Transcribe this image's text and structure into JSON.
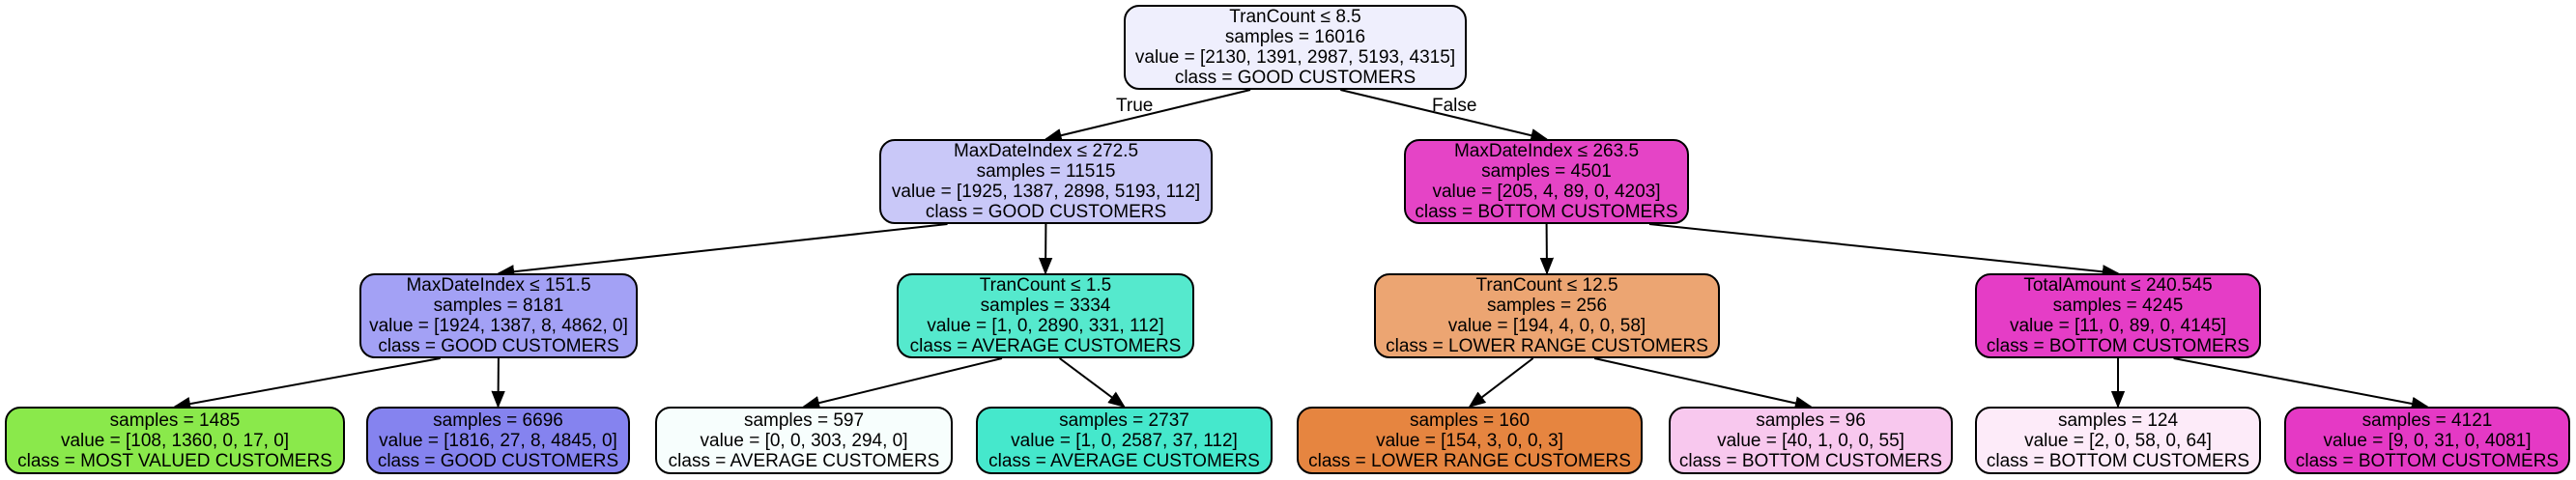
{
  "tree": {
    "edge_labels": {
      "true": "True",
      "false": "False"
    },
    "nodes": [
      {
        "id": "root",
        "color": "#efeffd",
        "lines": [
          "TranCount ≤ 8.5",
          "samples = 16016",
          "value = [2130, 1391, 2987, 5193, 4315]",
          "class = GOOD CUSTOMERS"
        ]
      },
      {
        "id": "n1",
        "color": "#c9c8f8",
        "lines": [
          "MaxDateIndex ≤ 272.5",
          "samples = 11515",
          "value = [1925, 1387, 2898, 5193, 112]",
          "class = GOOD CUSTOMERS"
        ]
      },
      {
        "id": "n2",
        "color": "#e544c6",
        "lines": [
          "MaxDateIndex ≤ 263.5",
          "samples = 4501",
          "value = [205, 4, 89, 0, 4203]",
          "class = BOTTOM CUSTOMERS"
        ]
      },
      {
        "id": "n3",
        "color": "#a3a1f5",
        "lines": [
          "MaxDateIndex ≤ 151.5",
          "samples = 8181",
          "value = [1924, 1387, 8, 4862, 0]",
          "class = GOOD CUSTOMERS"
        ]
      },
      {
        "id": "n4",
        "color": "#55e9cd",
        "lines": [
          "TranCount ≤ 1.5",
          "samples = 3334",
          "value = [1, 0, 2890, 331, 112]",
          "class = AVERAGE CUSTOMERS"
        ]
      },
      {
        "id": "n5",
        "color": "#eca572",
        "lines": [
          "TranCount ≤ 12.5",
          "samples = 256",
          "value = [194, 4, 0, 0, 58]",
          "class = LOWER RANGE CUSTOMERS"
        ]
      },
      {
        "id": "n6",
        "color": "#e53dc6",
        "lines": [
          "TotalAmount ≤ 240.545",
          "samples = 4245",
          "value = [11, 0, 89, 0, 4145]",
          "class = BOTTOM CUSTOMERS"
        ]
      },
      {
        "id": "n7",
        "color": "#8ae94b",
        "lines": [
          "samples = 1485",
          "value = [108, 1360, 0, 17, 0]",
          "class = MOST VALUED CUSTOMERS"
        ]
      },
      {
        "id": "n8",
        "color": "#8583ef",
        "lines": [
          "samples = 6696",
          "value = [1816, 27, 8, 4845, 0]",
          "class = GOOD CUSTOMERS"
        ]
      },
      {
        "id": "n9",
        "color": "#f7fefd",
        "lines": [
          "samples = 597",
          "value = [0, 0, 303, 294, 0]",
          "class = AVERAGE CUSTOMERS"
        ]
      },
      {
        "id": "n10",
        "color": "#45e8cc",
        "lines": [
          "samples = 2737",
          "value = [1, 0, 2587, 37, 112]",
          "class = AVERAGE CUSTOMERS"
        ]
      },
      {
        "id": "n11",
        "color": "#e68540",
        "lines": [
          "samples = 160",
          "value = [154, 3, 0, 0, 3]",
          "class = LOWER RANGE CUSTOMERS"
        ]
      },
      {
        "id": "n12",
        "color": "#f8c8ee",
        "lines": [
          "samples = 96",
          "value = [40, 1, 0, 0, 55]",
          "class = BOTTOM CUSTOMERS"
        ]
      },
      {
        "id": "n13",
        "color": "#fdebf9",
        "lines": [
          "samples = 124",
          "value = [2, 0, 58, 0, 64]",
          "class = BOTTOM CUSTOMERS"
        ]
      },
      {
        "id": "n14",
        "color": "#e539c5",
        "lines": [
          "samples = 4121",
          "value = [9, 0, 31, 0, 4081]",
          "class = BOTTOM CUSTOMERS"
        ]
      }
    ],
    "edges": [
      [
        "root",
        "n1"
      ],
      [
        "root",
        "n2"
      ],
      [
        "n1",
        "n3"
      ],
      [
        "n1",
        "n4"
      ],
      [
        "n2",
        "n5"
      ],
      [
        "n2",
        "n6"
      ],
      [
        "n3",
        "n7"
      ],
      [
        "n3",
        "n8"
      ],
      [
        "n4",
        "n9"
      ],
      [
        "n4",
        "n10"
      ],
      [
        "n5",
        "n11"
      ],
      [
        "n5",
        "n12"
      ],
      [
        "n6",
        "n13"
      ],
      [
        "n6",
        "n14"
      ]
    ]
  }
}
